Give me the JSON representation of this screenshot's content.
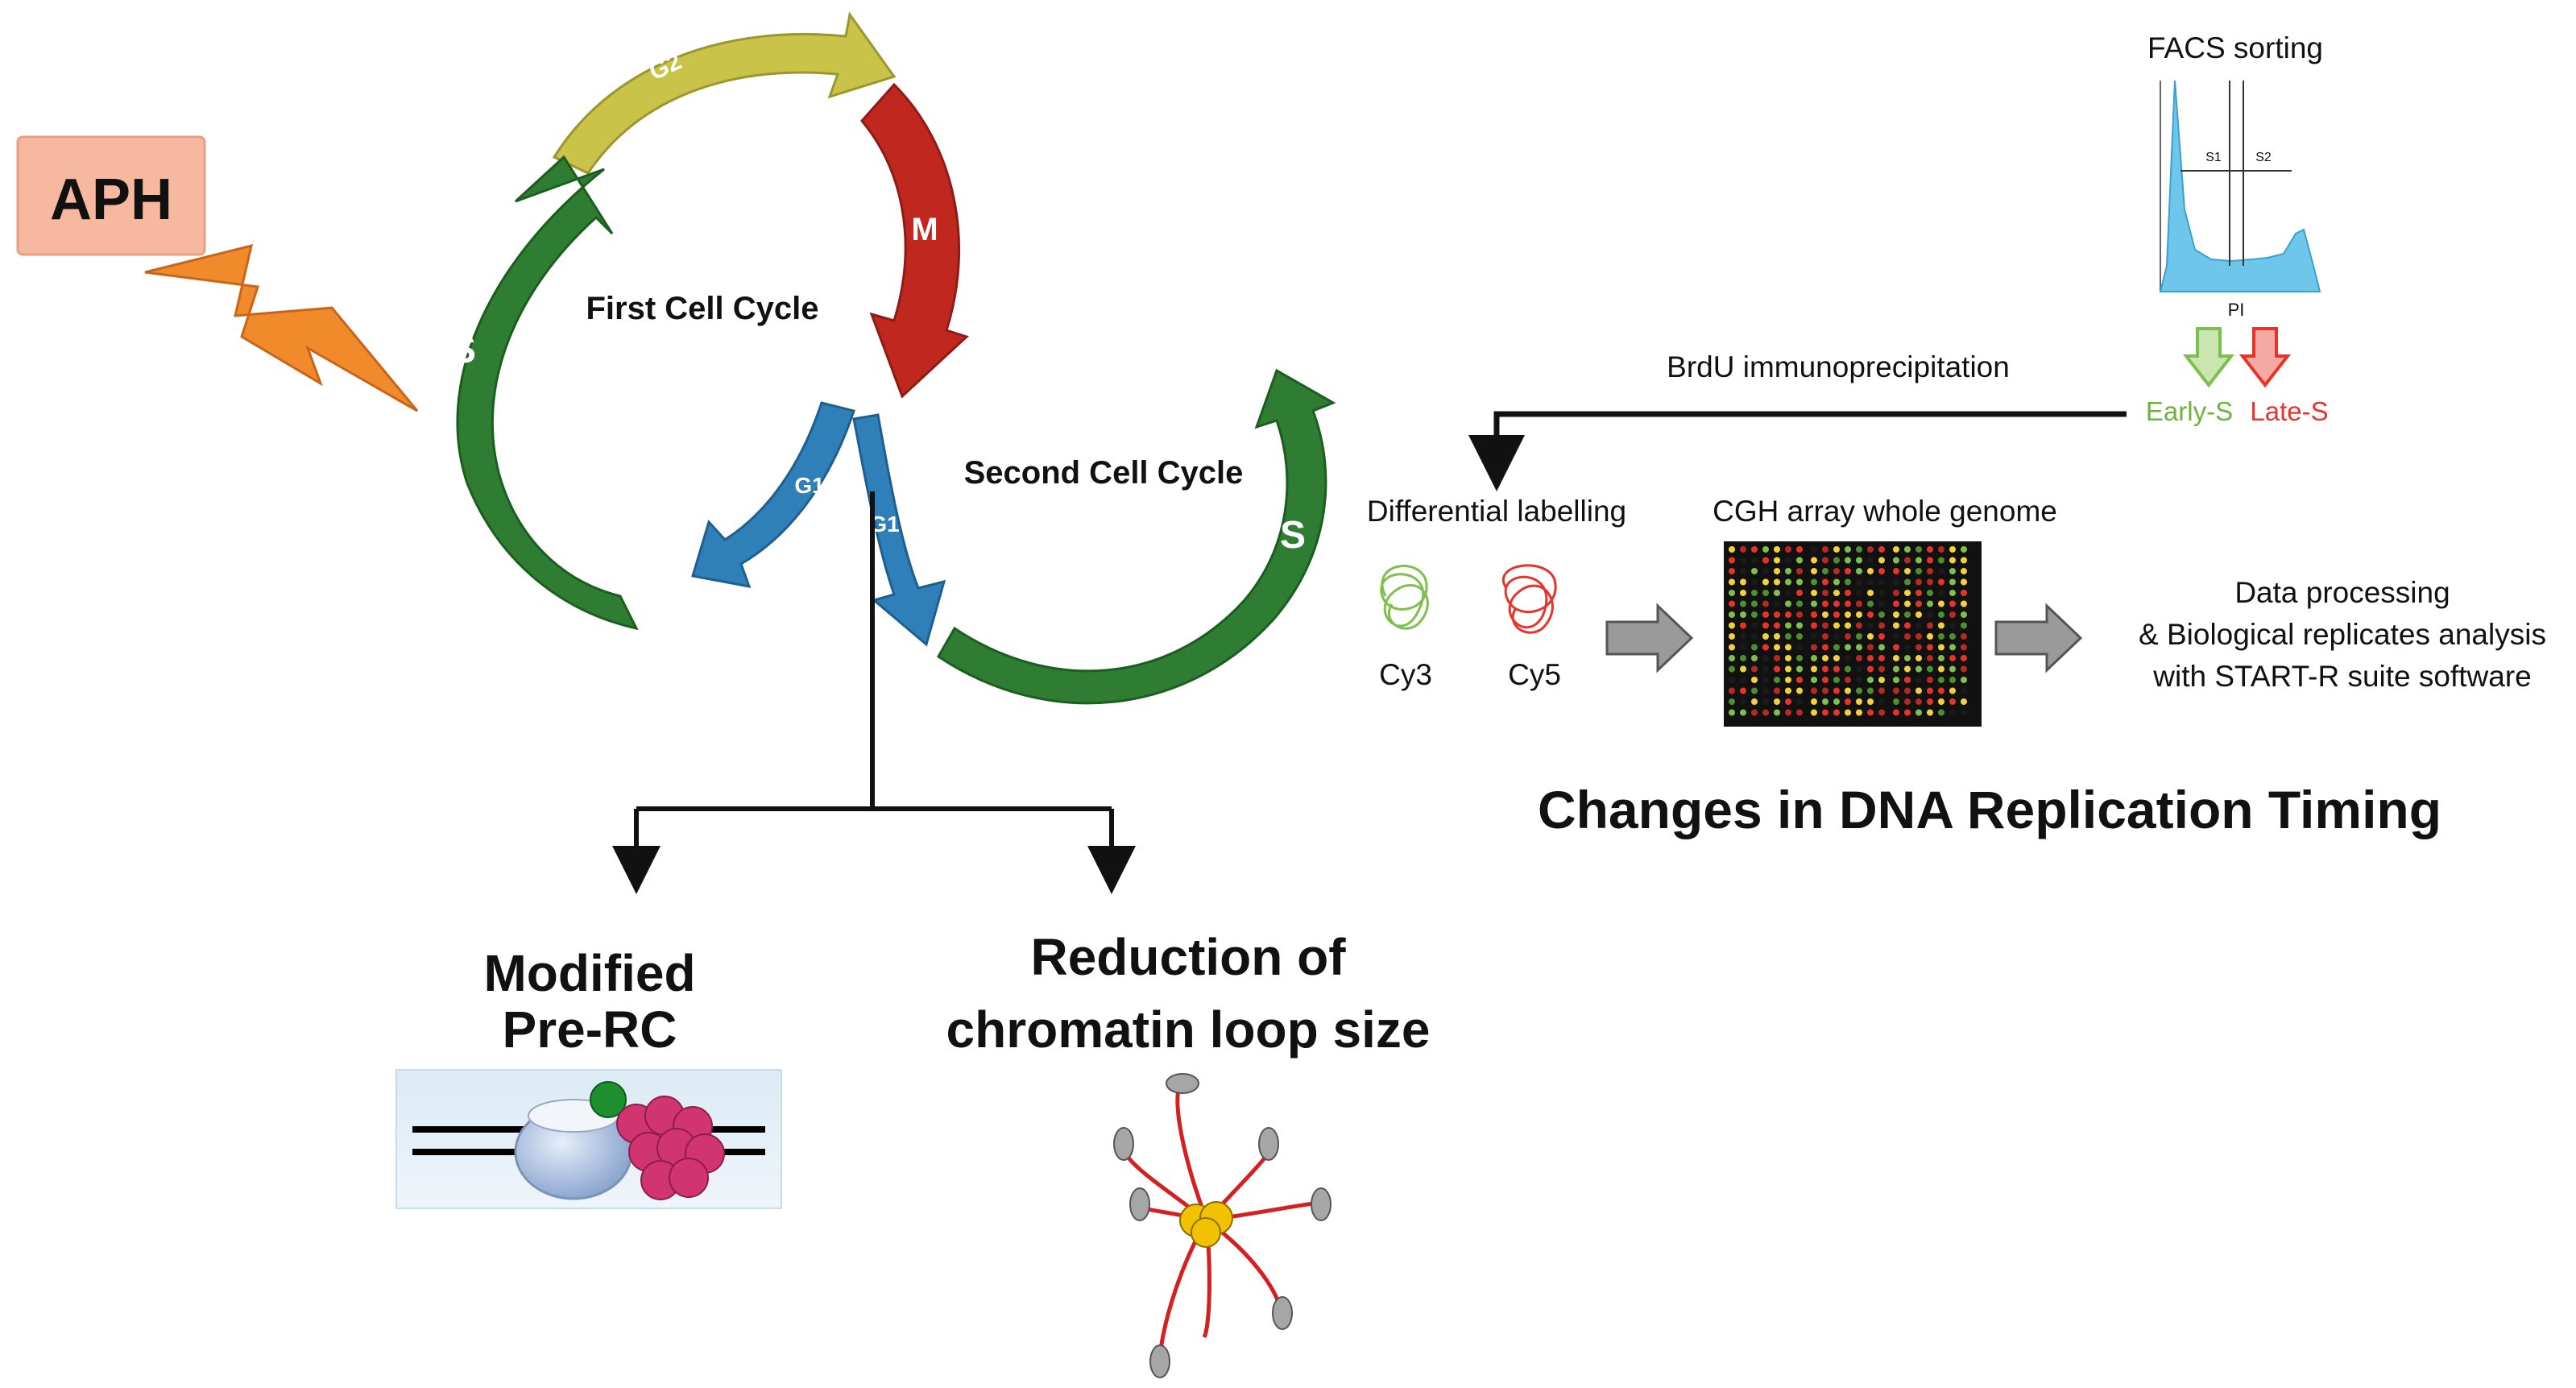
{
  "aph": {
    "label": "APH"
  },
  "cycle": {
    "first_label": "First Cell Cycle",
    "second_label": "Second Cell Cycle",
    "phases": {
      "g2": "G2",
      "m": "M",
      "s_first": "S",
      "g1_a": "G1",
      "g1_b": "G1",
      "s_second": "S"
    }
  },
  "outcomes": {
    "modified_line1": "Modified",
    "modified_line2": "Pre-RC",
    "reduction_line1": "Reduction of",
    "reduction_line2": "chromatin loop size"
  },
  "facs": {
    "title": "FACS sorting",
    "gate_s1": "S1",
    "gate_s2": "S2",
    "axis_label": "PI",
    "early": "Early-S",
    "late": "Late-S"
  },
  "pipeline": {
    "brdu": "BrdU immunoprecipitation",
    "diff_label": "Differential labelling",
    "cgh": "CGH array whole genome",
    "cy3": "Cy3",
    "cy5": "Cy5",
    "processing_line1": "Data processing",
    "processing_line2": "& Biological replicates analysis",
    "processing_line3": "with START-R suite software",
    "result": "Changes in DNA Replication Timing"
  },
  "colors": {
    "g2_yellow": "#c9c34a",
    "m_red": "#c0281f",
    "s_green": "#2e7d32",
    "g1_blue": "#2f7fb8",
    "aph_box": "#f6b9a0",
    "lightning": "#f08a2a",
    "early_green": "#7fbf4d",
    "late_red": "#e8332a",
    "facs_blue": "#6ec6ea"
  }
}
